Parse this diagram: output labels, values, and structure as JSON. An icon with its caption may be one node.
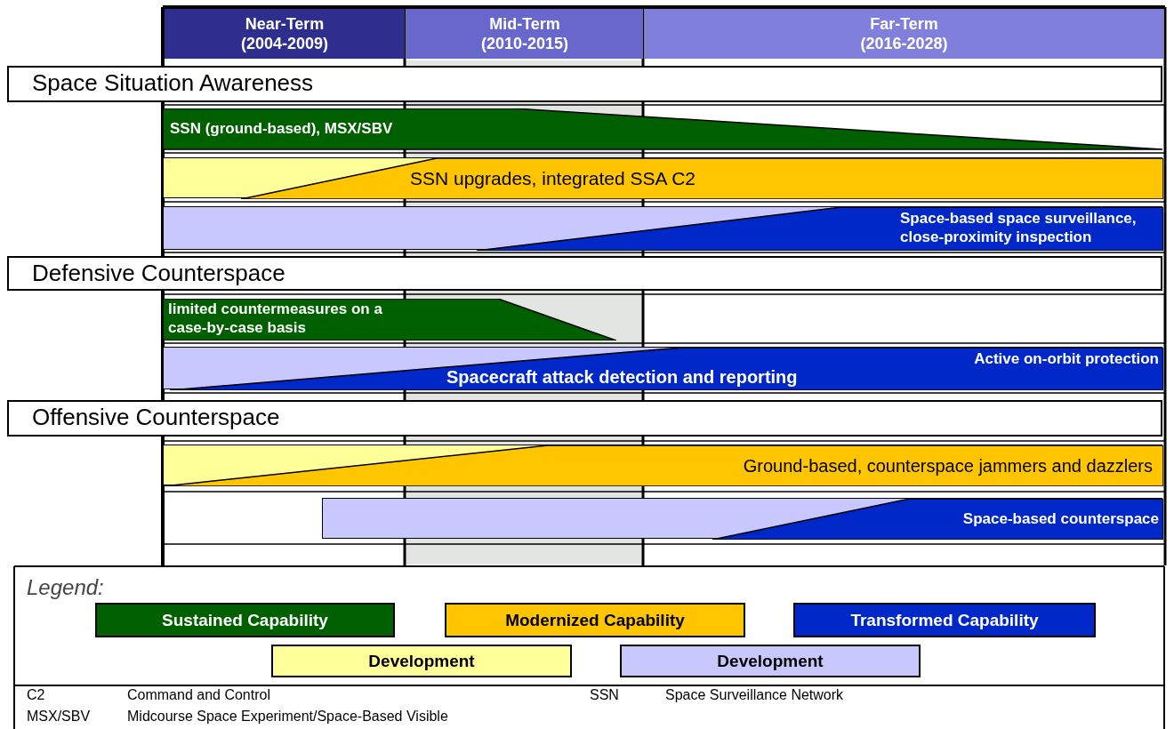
{
  "diagram": {
    "nodes": [
      {
        "text": [
          "Near-Term (2004-2009)"
        ]
      },
      {
        "text": [
          "Mid-Term (2010-2015)"
        ]
      },
      {
        "text": [
          "Far-Term (2016-2028)"
        ]
      },
      {
        "text": [
          "Space Situation Awareness"
        ]
      },
      {
        "text": [
          "SSN (ground-based), MSX/SBV"
        ]
      },
      {
        "text": [
          "SSN upgrades, integrated SSA C2"
        ]
      },
      {
        "text": [
          "Space-based space surveillance, close-proximity inspection"
        ]
      },
      {
        "text": [
          "Defensive Counterspace"
        ]
      },
      {
        "text": [
          "limited countermeasures on a case-by-case basis"
        ]
      },
      {
        "text": [
          "Active on-orbit protection",
          "Spacecraft attack detection and reporting"
        ]
      },
      {
        "text": [
          "Offensive Counterspace"
        ]
      },
      {
        "text": [
          "Ground-based, counterspace jammers and dazzlers"
        ]
      },
      {
        "text": [
          "Space-based counterspace"
        ]
      }
    ],
    "labels": [
      "Legend:",
      "C2",
      "Command and Control",
      "SSN",
      "Space Surveillance Network",
      "MSX/SBV",
      "Midcourse Space Experiment/Space-Based Visible"
    ],
    "legend": [
      {
        "text": "Sustained Capability",
        "color": "#006000"
      },
      {
        "text": "Modernized Capability",
        "color": "#ffc600"
      },
      {
        "text": "Transformed Capability",
        "color": "#0028c8"
      },
      {
        "text": "Development",
        "color": "#ffff99"
      },
      {
        "text": "Development",
        "color": "#c8c8ff"
      }
    ]
  }
}
